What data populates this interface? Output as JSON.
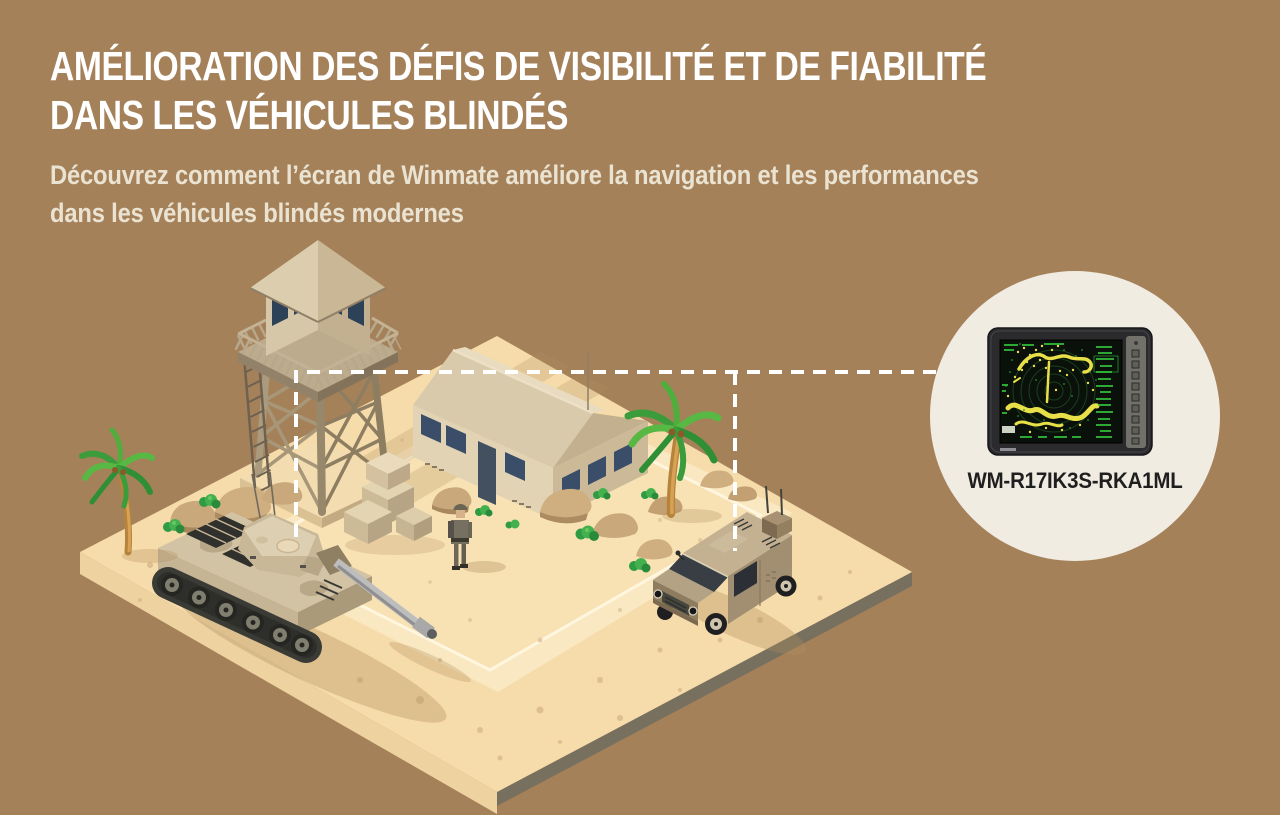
{
  "header": {
    "title_line1": "AMÉLIORATION DES DÉFIS DE VISIBILITÉ ET DE FIABILITÉ",
    "title_line2": "DANS LES VÉHICULES BLINDÉS",
    "subtitle_line1": "Découvrez comment l’écran de Winmate améliore la navigation et les performances",
    "subtitle_line2": "dans les véhicules blindés modernes"
  },
  "product_callout": {
    "model": "WM-R17IK3S-RKA1ML",
    "device": "rugged-radar-display-monitor"
  },
  "scene": {
    "description": "isometric-desert-military-base",
    "elements": [
      "watch-tower",
      "barracks-tent",
      "battle-tank",
      "military-truck",
      "palm-trees",
      "rocks-and-bushes",
      "supply-crates",
      "soldier",
      "sand-platform",
      "callout-dashed-lines"
    ]
  },
  "colors": {
    "background": "#a5815a",
    "title_text": "#ffffff",
    "subtitle_text": "#eae3d2",
    "callout_circle": "#f1ece2",
    "model_label": "#1f1f1f",
    "dashed_line": "#ffffff",
    "sand": "#f6dcaa",
    "sand_road": "#fae8c2",
    "sand_courtyard": "#f8e2b4",
    "sand_side": "#eed2a0",
    "platform_edge": "#77705f",
    "screen_bg": "#0a100a",
    "radar_green": "#36c23c",
    "radar_yellow": "#e8e049",
    "monitor_bezel": "#2b2b2d"
  }
}
